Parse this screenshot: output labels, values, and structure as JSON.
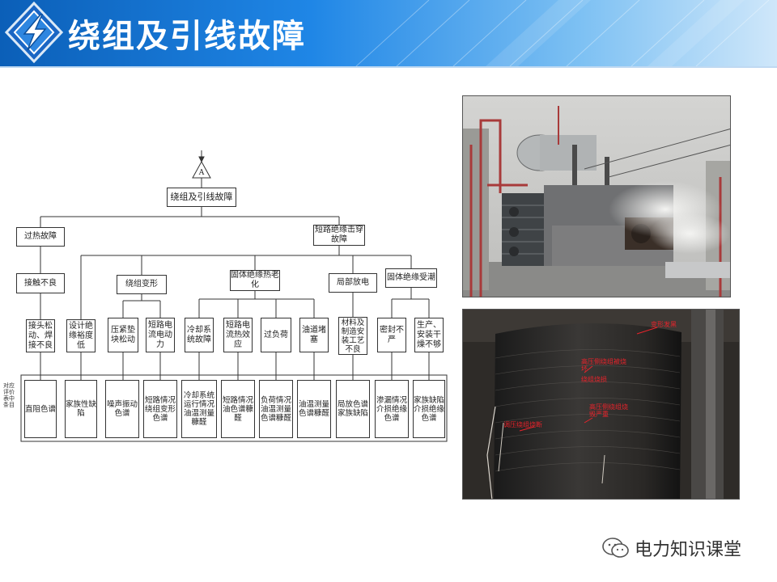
{
  "header": {
    "title": "绕组及引线故障"
  },
  "colors": {
    "header_dark": "#0b5fb8",
    "header_light": "#cfe7fa",
    "annotation_red": "#e8232b"
  },
  "flowchart": {
    "connector": "A",
    "root": "绕组及引线故障",
    "l1": [
      "过热故障",
      "短路绝缘击穿故障"
    ],
    "l2": [
      "接触不良",
      "绕组变形",
      "固体绝缘热老化",
      "局部放电",
      "固体绝缘受潮"
    ],
    "l3": [
      "接头松动、焊接不良",
      "设计绝缘裕度低",
      "压紧垫块松动",
      "短路电流电动力",
      "冷却系统故障",
      "短路电流热效应",
      "过负荷",
      "油道堵塞",
      "材料及制造安装工艺不良",
      "密封不严",
      "生产、安装干燥不够"
    ],
    "side_label": "对应评价表中条目",
    "bottom": [
      "直阻色谱",
      "家族性缺陷",
      "噪声振动色谱",
      "短路情况绕组变形色谱",
      "冷却系统运行情况油温测量糠醛",
      "短路情况油色谱糠醛",
      "负荷情况油温测量色谱糠醛",
      "油温测量色谱糠醛",
      "局放色谱家族缺陷",
      "渗漏情况介损绝缘色谱",
      "家族缺陷介损绝缘色谱"
    ]
  },
  "photo2": {
    "annotations": [
      "变形发黑",
      "高压侧绕组被烧坏",
      "绕组烧损",
      "高压侧绕组烧毁严重",
      "调压绕组烧断"
    ]
  },
  "watermark": {
    "text": "电力知识课堂",
    "icon": "wechat-icon"
  }
}
